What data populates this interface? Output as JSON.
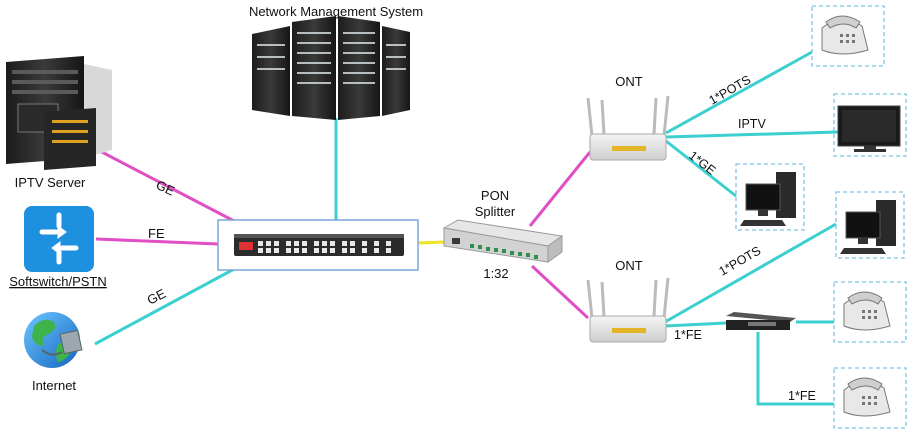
{
  "nodes": {
    "nms": "Network Management System",
    "iptv_server": "IPTV Server",
    "softswitch": "Softswitch/PSTN",
    "internet": "Internet",
    "splitter_line1": "PON",
    "splitter_line2": "Splitter",
    "split_ratio": "1:32",
    "ont_top": "ONT",
    "ont_bottom": "ONT"
  },
  "links": {
    "iptv_olt": "GE",
    "softswitch_olt": "FE",
    "internet_olt": "GE",
    "ont1_phone": "1*POTS",
    "ont1_tv": "IPTV",
    "ont1_pc": "1*GE",
    "ont2_pc": "1*POTS",
    "ont2_iad": "1*FE",
    "iad_phone": "1*FE"
  },
  "colors": {
    "ethernet_link": "#3ccfd0",
    "fiber_link": "#e04fc4",
    "uplink": "#f0e21e",
    "icon_blue": "#1e90e0"
  }
}
